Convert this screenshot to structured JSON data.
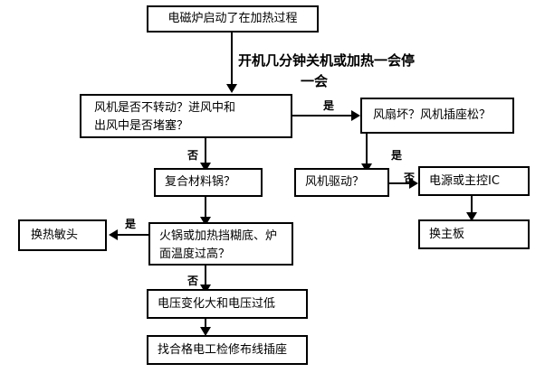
{
  "diagram": {
    "title_banner": {
      "line1": "开机几分钟关机或加热一会停",
      "line2": "一会"
    },
    "nodes": {
      "start": "电磁炉启动了在加热过程",
      "fan_check": "风机是否不转动？进风中和\n出风中是否堵塞？",
      "fan_broken": "风扇坏？风机插座松？",
      "composite_pot": "复合材料锅？",
      "fan_drive": "风机驱动？",
      "power_ic": "电源或主控IC",
      "replace_sensor": "换热敏头",
      "overheat": "火锅或加热挡糊底、炉\n面温度过高？",
      "replace_board": "换主板",
      "voltage": "电压变化大和电压过低",
      "electrician": "找合格电工检修布线插座"
    },
    "edge_labels": {
      "no_1": "否",
      "yes_1": "是",
      "no_2": "否",
      "yes_2": "是",
      "no_3": "否",
      "yes_3": "是",
      "no_4": "否"
    }
  }
}
